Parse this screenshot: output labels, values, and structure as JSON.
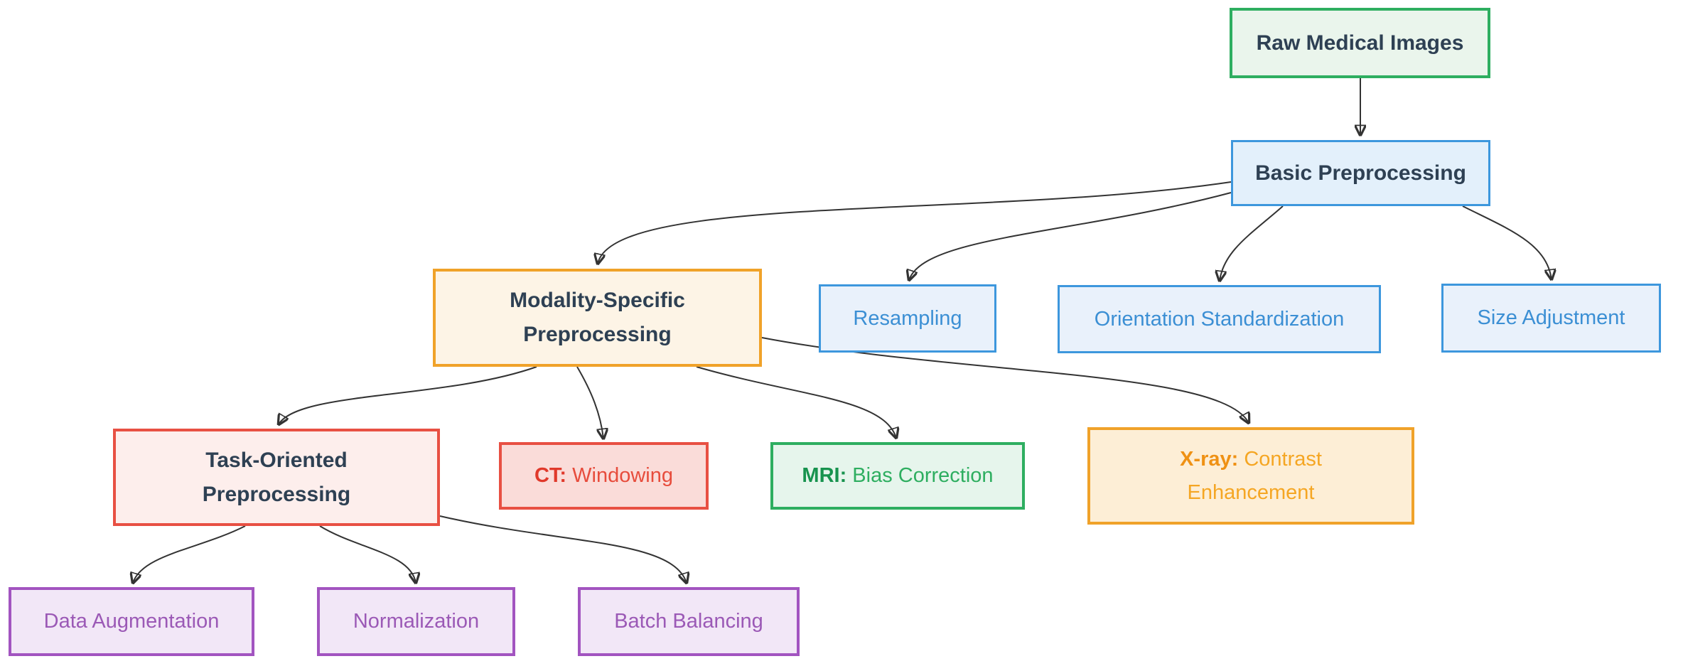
{
  "diagram_type": "flowchart",
  "colors": {
    "arrow": "#333333",
    "dark_text": "#2e4053",
    "green_border": "#2eae60",
    "green_bg": "#eaf5ec",
    "blue_border": "#3d97dd",
    "blue_bg": "#e3f0fb",
    "blue_text": "#3b8fd4",
    "orange_border": "#f0a229",
    "orange_bg": "#fdf4e6",
    "orange_text": "#f5a623",
    "red_border": "#e85043",
    "red_bg": "#fdeeec",
    "red_text": "#e74c3c",
    "purple_border": "#a254c0",
    "purple_bg": "#f2e7f7",
    "purple_text": "#9b59b6"
  },
  "nodes": {
    "raw": {
      "label": "Raw Medical Images"
    },
    "basic": {
      "label": "Basic Preprocessing"
    },
    "modality": {
      "line1": "Modality-Specific",
      "line2": "Preprocessing"
    },
    "resampling": {
      "label": "Resampling"
    },
    "orientation": {
      "label": "Orientation Standardization"
    },
    "size": {
      "label": "Size Adjustment"
    },
    "task": {
      "line1": "Task-Oriented",
      "line2": "Preprocessing"
    },
    "ct": {
      "prefix": "CT:",
      "rest": " Windowing"
    },
    "mri": {
      "prefix": "MRI:",
      "rest": " Bias Correction"
    },
    "xray": {
      "prefix": "X-ray:",
      "rest": " Contrast",
      "line2": "Enhancement"
    },
    "augmentation": {
      "label": "Data Augmentation"
    },
    "normalization": {
      "label": "Normalization"
    },
    "batch": {
      "label": "Batch Balancing"
    }
  },
  "edges": [
    {
      "from": "Raw Medical Images",
      "to": "Basic Preprocessing"
    },
    {
      "from": "Basic Preprocessing",
      "to": "Modality-Specific Preprocessing"
    },
    {
      "from": "Basic Preprocessing",
      "to": "Resampling"
    },
    {
      "from": "Basic Preprocessing",
      "to": "Orientation Standardization"
    },
    {
      "from": "Basic Preprocessing",
      "to": "Size Adjustment"
    },
    {
      "from": "Modality-Specific Preprocessing",
      "to": "Task-Oriented Preprocessing"
    },
    {
      "from": "Modality-Specific Preprocessing",
      "to": "CT: Windowing"
    },
    {
      "from": "Modality-Specific Preprocessing",
      "to": "MRI: Bias Correction"
    },
    {
      "from": "Modality-Specific Preprocessing",
      "to": "X-ray: Contrast Enhancement"
    },
    {
      "from": "Task-Oriented Preprocessing",
      "to": "Data Augmentation"
    },
    {
      "from": "Task-Oriented Preprocessing",
      "to": "Normalization"
    },
    {
      "from": "Task-Oriented Preprocessing",
      "to": "Batch Balancing"
    }
  ]
}
